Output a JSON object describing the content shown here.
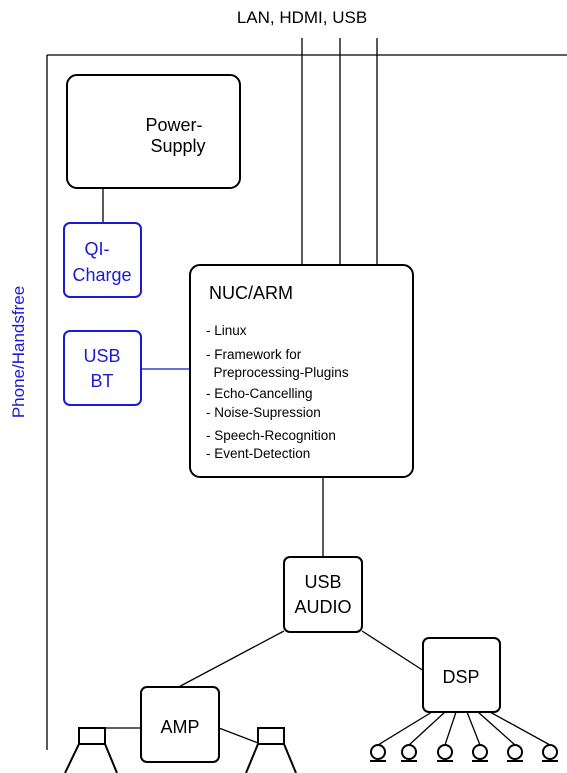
{
  "diagram": {
    "top_label": "LAN, HDMI, USB",
    "side_label": "Phone/Handsfree",
    "power_supply": {
      "line1": "Power-",
      "line2": "Supply"
    },
    "qi_charge": {
      "line1": "QI-",
      "line2": "Charge"
    },
    "usb_bt": {
      "line1": "USB",
      "line2": "BT"
    },
    "nuc": {
      "title": "NUC/ARM",
      "features": [
        "- Linux",
        "- Framework for",
        "  Preprocessing-Plugins",
        "- Echo-Cancelling",
        "- Noise-Supression",
        "- Speech-Recognition",
        "- Event-Detection"
      ]
    },
    "usb_audio": {
      "line1": "USB",
      "line2": "AUDIO"
    },
    "dsp": {
      "label": "DSP"
    },
    "amp": {
      "label": "AMP"
    },
    "colors": {
      "line": "#000000",
      "accent": "#1a1ad6"
    }
  }
}
